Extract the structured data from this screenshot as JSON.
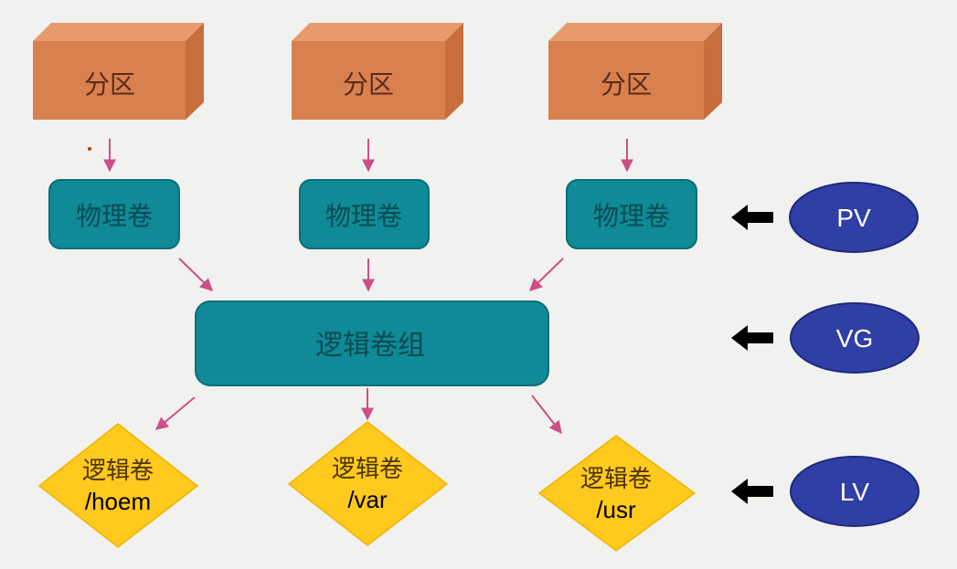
{
  "partitions": [
    {
      "label": "分区"
    },
    {
      "label": "分区"
    },
    {
      "label": "分区"
    }
  ],
  "physical_volumes": [
    {
      "label": "物理卷"
    },
    {
      "label": "物理卷"
    },
    {
      "label": "物理卷"
    }
  ],
  "volume_group": {
    "label": "逻辑卷组"
  },
  "logical_volumes": [
    {
      "label": "逻辑卷",
      "mount": "/hoem"
    },
    {
      "label": "逻辑卷",
      "mount": "/var"
    },
    {
      "label": "逻辑卷",
      "mount": "/usr"
    }
  ],
  "legend": [
    {
      "label": "PV"
    },
    {
      "label": "VG"
    },
    {
      "label": "LV"
    }
  ],
  "colors": {
    "background": "#f1f1ef",
    "box_front": "#d8814f",
    "box_top": "#e79a6b",
    "box_side": "#c86d3c",
    "teal": "#0f8a96",
    "teal_border": "#0a6f7a",
    "diamond": "#ffc91e",
    "diamond_border": "#f0b400",
    "ellipse": "#2f3fa6",
    "ellipse_border": "#1e2a7a",
    "arrow": "#cc4f86",
    "black_arrow": "#000000"
  }
}
